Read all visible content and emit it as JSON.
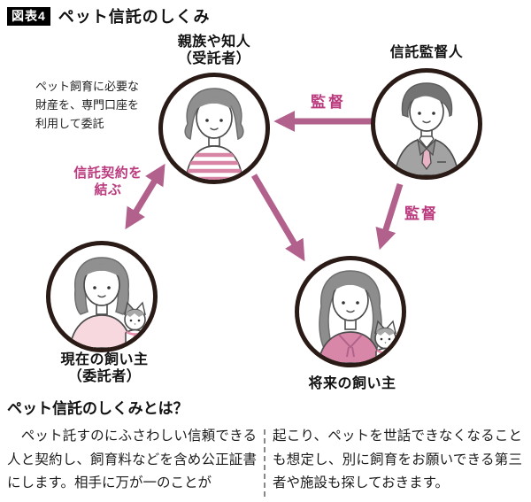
{
  "header": {
    "badge": "図表4",
    "title": "ペット信託のしくみ"
  },
  "diagram": {
    "note": "ペット飼育に必要な\n財産を、専門口座を\n利用して委託",
    "nodes": {
      "trustee": {
        "label": "親族や知人\n（受託者）"
      },
      "supervisor": {
        "label": "信託監督人"
      },
      "current_owner": {
        "label": "現在の飼い主\n（委託者）"
      },
      "future_owner": {
        "label": "将来の飼い主"
      }
    },
    "arrows": {
      "supervise_trustee_label": "監督",
      "supervise_future_label": "監督",
      "trust_contract_label": "信託契約を\n結ぶ"
    },
    "colors": {
      "arrow": "#b2608c",
      "arrow_label": "#bb3a7e",
      "circle_border": "#2a1b16",
      "hair_gray": "#8f8f8f",
      "pink_clothing": "#d887a8",
      "light_pink_clothing": "#f6d8de",
      "suit_gray": "#a3a3a3"
    }
  },
  "article": {
    "heading": "ペット信託のしくみとは？",
    "columns": {
      "left": "　ペット託すのにふさわしい信頼できる人と契約し、飼育料などを含め公正証書にします。相手に万が一のことが",
      "right": "起こり、ペットを世話できなくなることも想定し、別に飼育をお願いできる第三者や施設も探しておきます。"
    }
  }
}
